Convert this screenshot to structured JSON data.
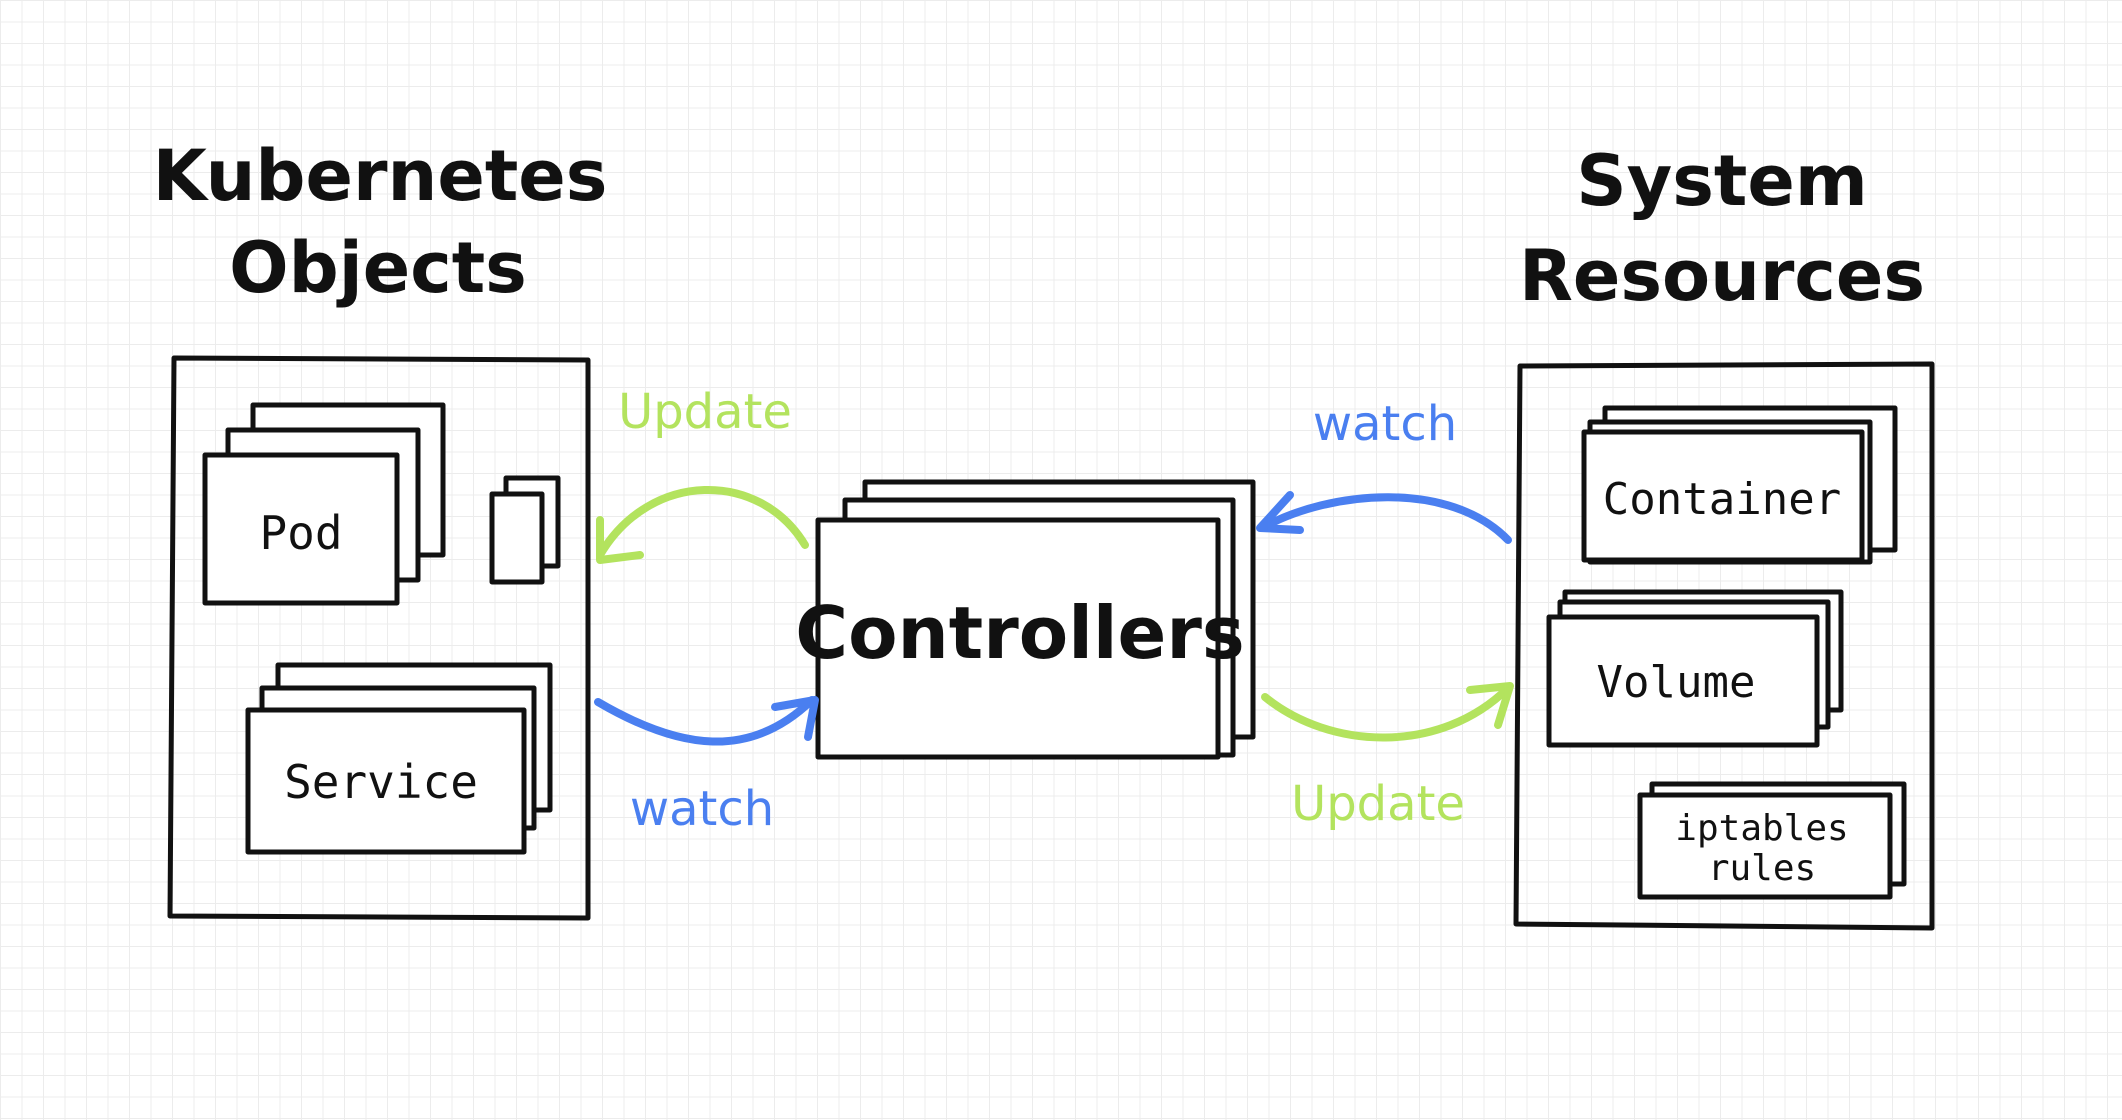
{
  "colors": {
    "update": "#b3e35e",
    "watch": "#4a7ff0",
    "ink": "#111111"
  },
  "kubernetes_objects": {
    "title_line1": "Kubernetes",
    "title_line2": "Objects",
    "pod_label": "Pod",
    "service_label": "Service"
  },
  "system_resources": {
    "title_line1": "System",
    "title_line2": "Resources",
    "container_label": "Container",
    "volume_label": "Volume",
    "iptables_line1": "iptables",
    "iptables_line2": "rules"
  },
  "controllers": {
    "label": "Controllers"
  },
  "arrows": {
    "left_top_label": "Update",
    "left_bottom_label": "watch",
    "right_top_label": "watch",
    "right_bottom_label": "Update"
  }
}
